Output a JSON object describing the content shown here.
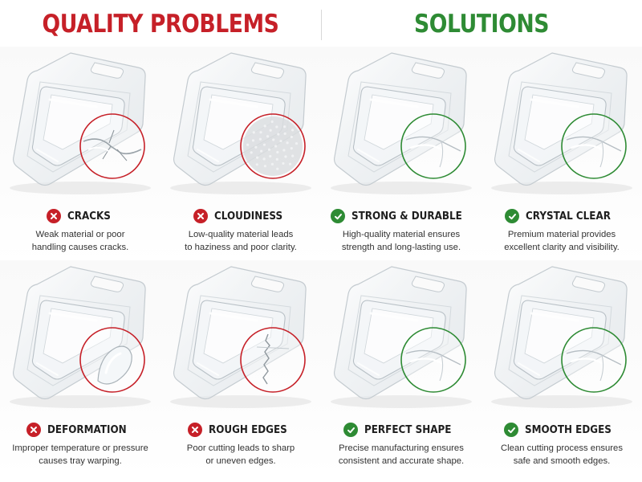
{
  "headings": {
    "problems": "QUALITY PROBLEMS",
    "solutions": "SOLUTIONS"
  },
  "colors": {
    "problem_red": "#c62028",
    "solution_green": "#2e8b34"
  },
  "icons": {
    "problem": "x-circle-icon",
    "solution": "check-circle-icon"
  },
  "problems": [
    {
      "label": "CRACKS",
      "desc1": "Weak material or poor",
      "desc2": "handling causes cracks."
    },
    {
      "label": "CLOUDINESS",
      "desc1": "Low-quality material leads",
      "desc2": "to haziness and poor clarity."
    },
    {
      "label": "DEFORMATION",
      "desc1": "Improper temperature or pressure",
      "desc2": "causes tray warping."
    },
    {
      "label": "ROUGH EDGES",
      "desc1": "Poor cutting leads to sharp",
      "desc2": "or uneven edges."
    }
  ],
  "solutions": [
    {
      "label": "STRONG & DURABLE",
      "desc1": "High-quality material ensures",
      "desc2": "strength and long-lasting use."
    },
    {
      "label": "CRYSTAL CLEAR",
      "desc1": "Premium material provides",
      "desc2": "excellent clarity and visibility."
    },
    {
      "label": "PERFECT SHAPE",
      "desc1": "Precise manufacturing ensures",
      "desc2": "consistent and accurate shape."
    },
    {
      "label": "SMOOTH EDGES",
      "desc1": "Clean cutting process ensures",
      "desc2": "safe and smooth edges."
    }
  ]
}
